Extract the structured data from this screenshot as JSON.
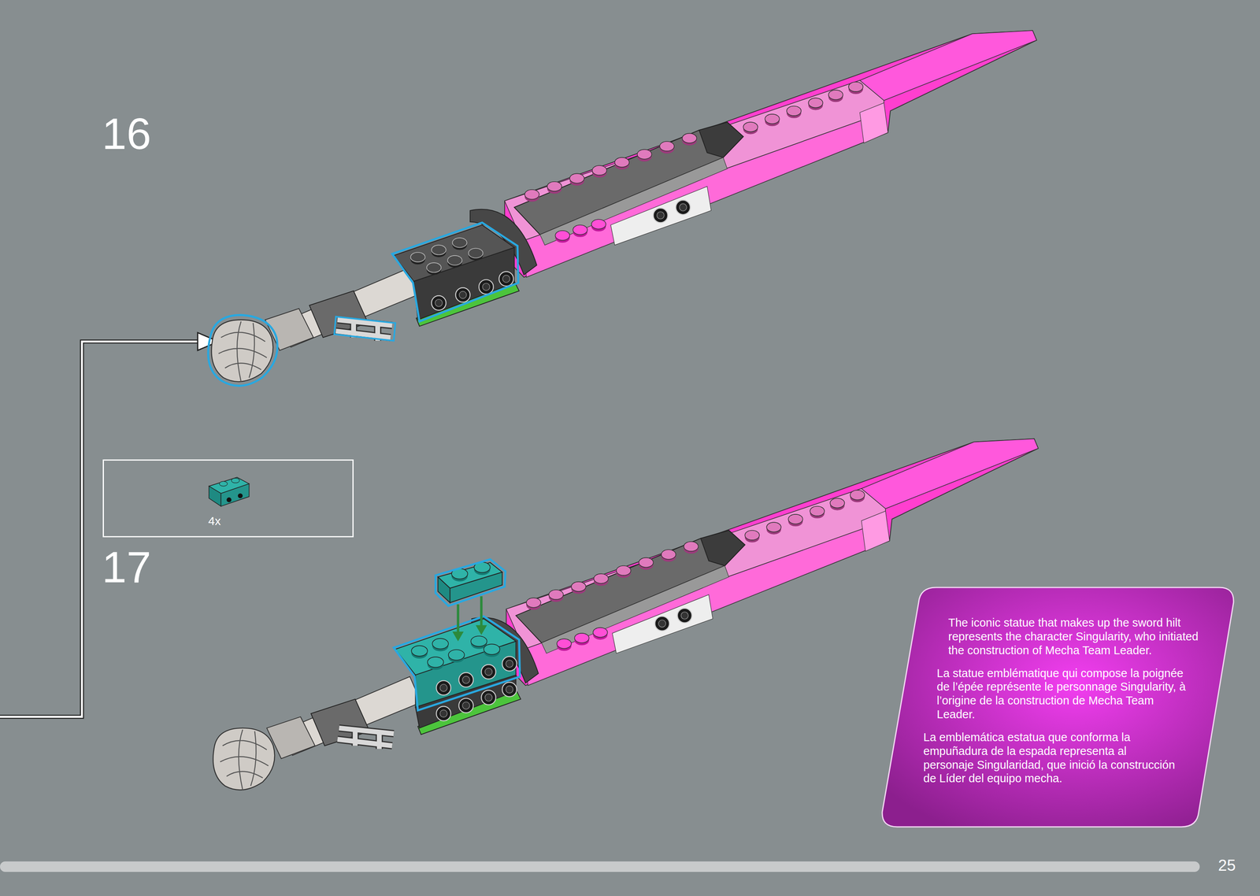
{
  "diagram": {
    "nodes": [
      {
        "text": [
          "4x"
        ]
      },
      {
        "text": [
          "The iconic statue that makes up the sword hilt represents the character Singularity, who initiated the construction of Mecha Team Leader.",
          "La statue emblématique qui compose la poignée de l’épée représente le personnage Singularity, à l’origine de la construction de Mecha Team Leader.",
          "La emblemática estatua que conforma la empuñadura de la espada representa al personaje Singularidad, que inició la construcción de Líder del equipo mecha."
        ]
      }
    ],
    "labels": [
      "16",
      "17",
      "25"
    ]
  }
}
